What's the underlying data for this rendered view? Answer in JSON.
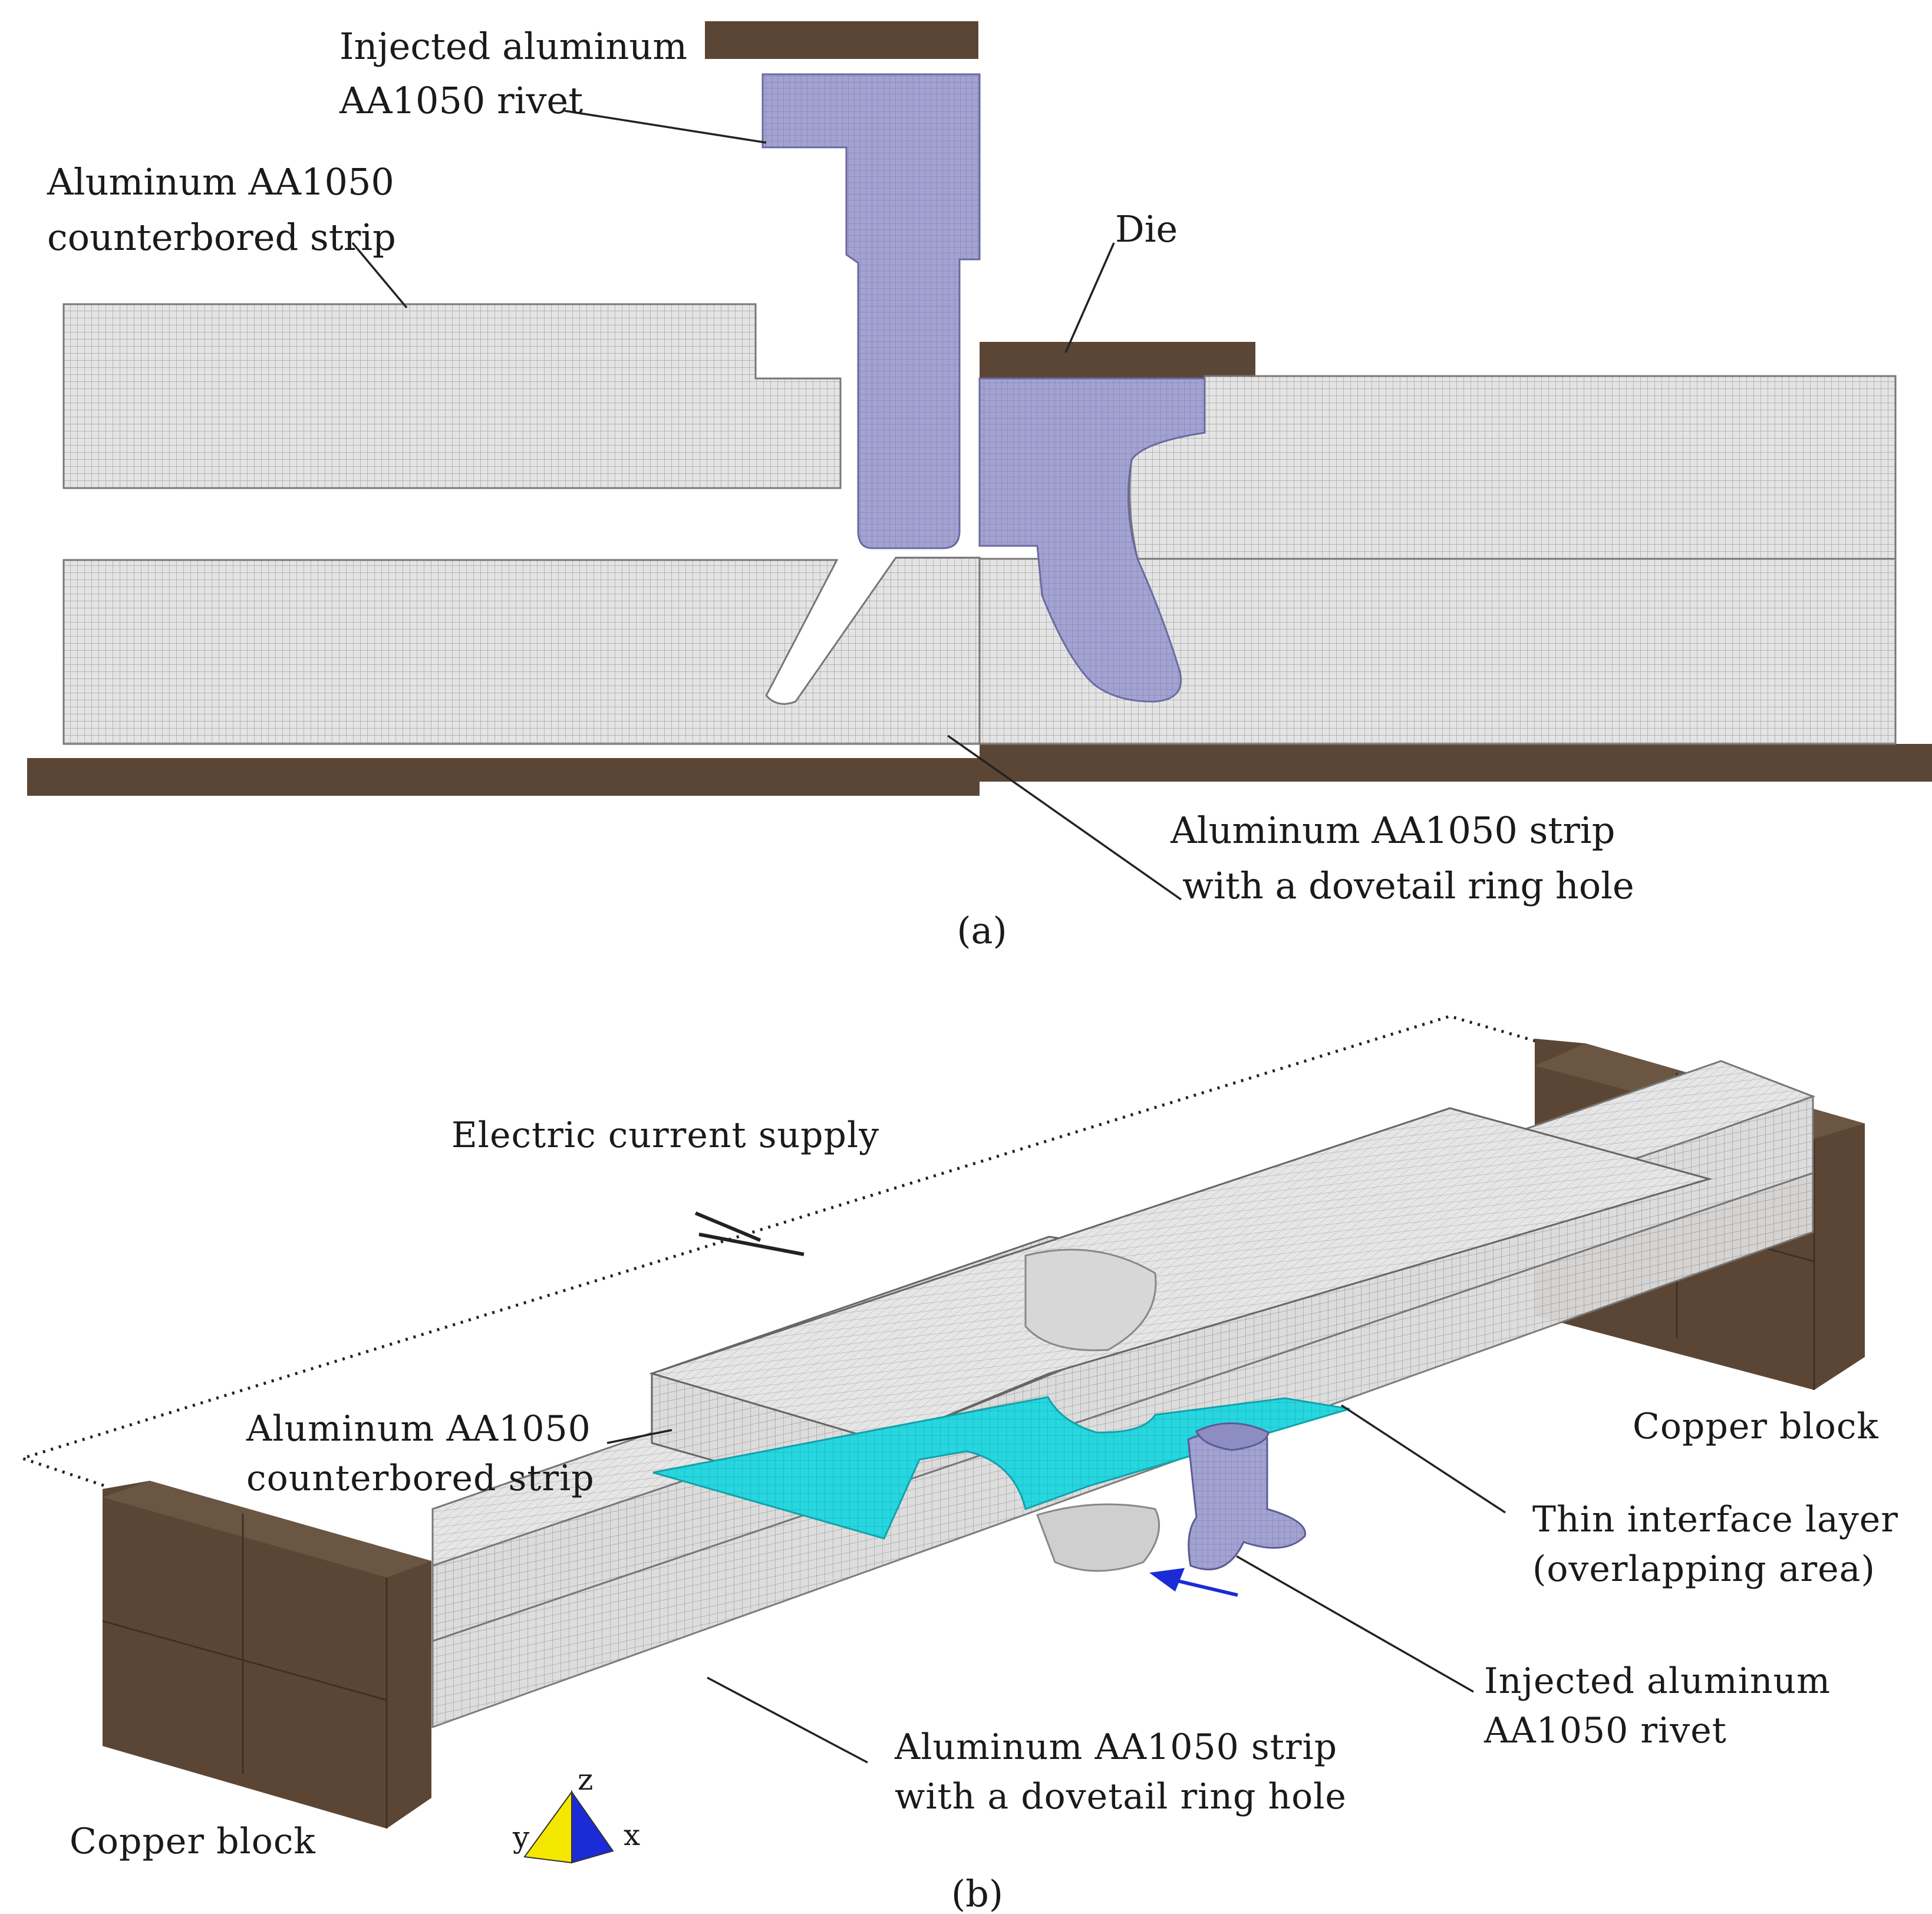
{
  "colors": {
    "copper": "#5b4636",
    "aluminum_mesh": "#e4e4e4",
    "rivet": "#a3a3d2",
    "interface_layer": "#27d6df",
    "axis_z": "#f5e800",
    "axis_x": "#1b2bd6"
  },
  "panel_a": {
    "caption": "(a)",
    "labels": {
      "rivet_l1": "Injected aluminum",
      "rivet_l2": "AA1050 rivet",
      "counterbored_l1": "Aluminum AA1050",
      "counterbored_l2": "counterbored strip",
      "die": "Die",
      "dovetail_l1": "Aluminum AA1050 strip",
      "dovetail_l2": "with a dovetail ring hole"
    }
  },
  "panel_b": {
    "caption": "(b)",
    "labels": {
      "supply": "Electric current supply",
      "counterbored_l1": "Aluminum AA1050",
      "counterbored_l2": "counterbored strip",
      "copper_right": "Copper block",
      "copper_left": "Copper block",
      "interface_l1": "Thin interface layer",
      "interface_l2": "(overlapping area)",
      "rivet_l1": "Injected aluminum",
      "rivet_l2": "AA1050 rivet",
      "dovetail_l1": "Aluminum AA1050 strip",
      "dovetail_l2": "with a dovetail ring hole"
    },
    "axes": {
      "z": "z",
      "y": "y",
      "x": "x"
    }
  }
}
